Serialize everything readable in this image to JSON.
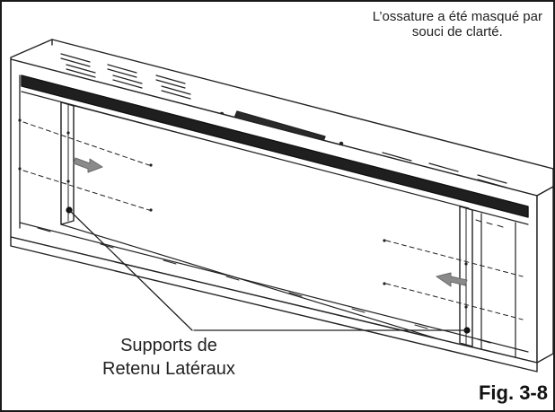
{
  "note": {
    "line1": "L’ossature a été masqué par",
    "line2": "souci de clarté."
  },
  "callout": {
    "line1": "Supports de",
    "line2": "Retenu Latéraux"
  },
  "figure_number": "Fig. 3-8",
  "colors": {
    "ink": "#222222",
    "arrow": "#8a8a8a",
    "frame": "#1a1a1a"
  }
}
